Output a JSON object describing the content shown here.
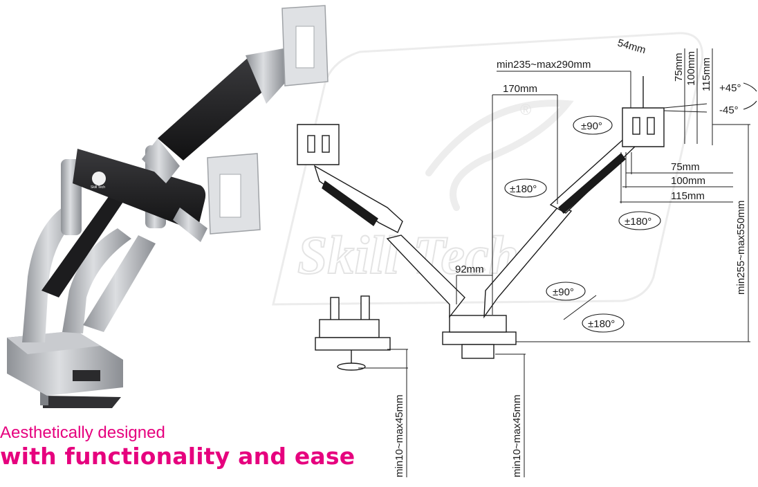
{
  "watermark": {
    "brand": "Skill Tech",
    "registered_mark": "®"
  },
  "logo_on_arm": "Skill Tech",
  "tagline": {
    "line1": "Aesthetically designed",
    "line2": "with functionality and ease"
  },
  "dimensions": {
    "vesa_offset": "54mm",
    "arm_reach": "min235~max290mm",
    "inner_reach": "170mm",
    "pole_gap": "92mm",
    "vesa_h_75": "75mm",
    "vesa_h_100": "100mm",
    "vesa_h_115": "115mm",
    "vesa_v_75": "75mm",
    "vesa_v_100": "100mm",
    "vesa_v_115": "115mm",
    "tilt_up": "+45°",
    "tilt_down": "-45°",
    "height_range": "min255~max550mm",
    "clamp_thickness_left": "min10~max45mm",
    "clamp_thickness_right": "min10~max45mm"
  },
  "rotations": {
    "head_rotation": "±90°",
    "left_swivel": "±180°",
    "right_swivel": "±180°",
    "elbow_rotation": "±90°",
    "base_swivel": "±180°"
  },
  "colors": {
    "accent": "#e6007e",
    "arm_silver": "#b9bcc0",
    "arm_black": "#1f1f21",
    "line": "#1a1a1a"
  }
}
